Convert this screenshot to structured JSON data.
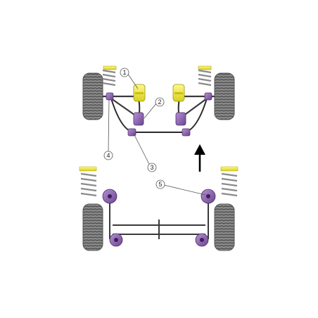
{
  "callouts": [
    {
      "label": "1"
    },
    {
      "label": "2"
    },
    {
      "label": "3"
    },
    {
      "label": "4"
    },
    {
      "label": "5"
    }
  ],
  "colors": {
    "bush_purple": "#8e5fb5",
    "bush_purple_dark": "#5b3a78",
    "poly_yellow": "#f2ea3a",
    "tyre_grey": "#7a7a7a",
    "frame_grey": "#3a3a3a",
    "spring_grey": "#9a9a9a"
  },
  "icons": {
    "direction": "up-arrow-icon",
    "tyre": "tyre-icon",
    "spring": "coil-spring-icon"
  }
}
